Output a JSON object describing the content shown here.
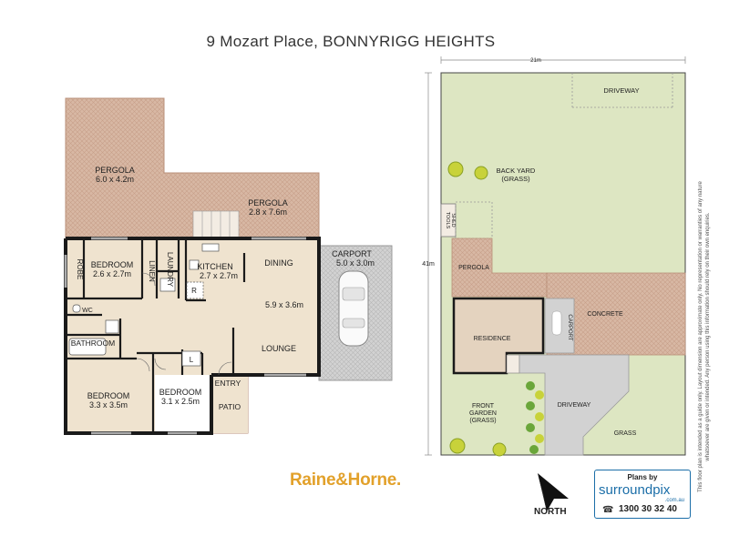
{
  "title": "9 Mozart Place, BONNYRIGG HEIGHTS",
  "house": {
    "pergola_1": {
      "name": "PERGOLA",
      "size": "6.0 x 4.2m"
    },
    "pergola_2": {
      "name": "PERGOLA",
      "size": "2.8 x 7.6m"
    },
    "robe": "ROBE",
    "bedroom_1": {
      "name": "BEDROOM",
      "size": "2.6 x 2.7m"
    },
    "laundry": "LAUNDRY",
    "linen": "LINEN",
    "kitchen": {
      "name": "KITCHEN",
      "size": "2.7 x 2.7m"
    },
    "r_mark": "R",
    "dining": "DINING",
    "living_size": "5.9 x 3.6m",
    "lounge": "LOUNGE",
    "carport": {
      "name": "CARPORT",
      "size": "5.0 x 3.0m"
    },
    "wc": "WC",
    "bathroom": "BATHROOM",
    "bedroom_2": {
      "name": "BEDROOM",
      "size": "3.3 x 3.5m"
    },
    "bedroom_3": {
      "name": "BEDROOM",
      "size": "3.1 x 2.5m"
    },
    "l_mark": "L",
    "entry": "ENTRY",
    "patio": "PATIO"
  },
  "site": {
    "width_dim": "21m",
    "depth_dim": "41m",
    "driveway_top": "DRIVEWAY",
    "back_yard": {
      "name": "BACK YARD",
      "sub": "(GRASS)"
    },
    "tools_shed": [
      "TOOLS",
      "SHED"
    ],
    "pergola": "PERGOLA",
    "residence": "RESIDENCE",
    "carport": "CARPORT",
    "concrete": "CONCRETE",
    "front_garden": {
      "name": "FRONT",
      "line2": "GARDEN",
      "sub": "(GRASS)"
    },
    "driveway": "DRIVEWAY",
    "grass": "GRASS"
  },
  "branding": {
    "agency": "Raine&Horne.",
    "north": "NORTH",
    "plans_by": "Plans by",
    "brand": "surroundpix",
    "brand_domain": ".com.au",
    "phone": "1300 30 32 40"
  },
  "disclaimer": [
    "This floor plan is intended as a guide only. Layout dimension are approximate only. No representation or warranties of any nature",
    "whatsoever are given or intended. Any person using this information should rely on their own enquiries."
  ],
  "colors": {
    "pergola": "#d9b9a6",
    "floor": "#efe3cf",
    "carport": "#cfcfcf",
    "grass": "#dde6c2",
    "wall": "#1a1a1a",
    "agency": "#e2a12b",
    "brand": "#1b6ea8"
  }
}
